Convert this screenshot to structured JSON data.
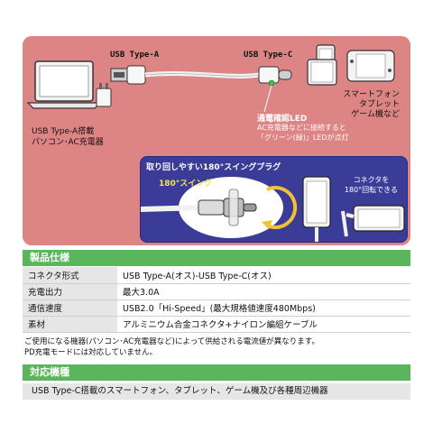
{
  "diagram": {
    "usb_type_a": "USB Type-A",
    "usb_type_c": "USB Type-C",
    "pc_label_line1": "USB Type-A搭載",
    "pc_label_line2": "パソコン･AC充電器",
    "devices_line1": "スマートフォン",
    "devices_line2": "タブレット",
    "devices_line3": "ゲーム機など",
    "led_title": "通電確認LED",
    "led_desc_line1": "AC充電器などに接続すると",
    "led_desc_line2": "「グリーン(緑)」LEDが点灯",
    "swing_title": "取り回しやすい180°スイングプラグ",
    "swing_label": "180°スイング",
    "rotate_line1": "コネクタを",
    "rotate_line2": "180°回転できる"
  },
  "specs": {
    "heading": "製品仕様",
    "rows": [
      {
        "key": "コネクタ形式",
        "value": "USB Type-A(オス)-USB Type-C(オス)"
      },
      {
        "key": "充電出力",
        "value": "最大3.0A"
      },
      {
        "key": "通信速度",
        "value": "USB2.0「Hi-Speed」(最大規格値速度480Mbps)"
      },
      {
        "key": "素材",
        "value": "アルミニウム合金コネクタ+ナイロン編組ケーブル"
      }
    ],
    "note_line1": "ご使用になる機器(パソコン･AC充電器など)によって供給される電流値が異なります。",
    "note_line2": "PD充電モードには対応していません。"
  },
  "compat": {
    "heading": "対応機種",
    "text": "USB Type-C搭載のスマートフォン、タブレット、ゲーム機及び各種周辺機器"
  },
  "colors": {
    "panel": "#dd8584",
    "inner_panel": "#3b3c98",
    "section_green": "#59b65a",
    "cable_white": "#f2f2f2",
    "accent_yellow": "#f7e24a"
  }
}
